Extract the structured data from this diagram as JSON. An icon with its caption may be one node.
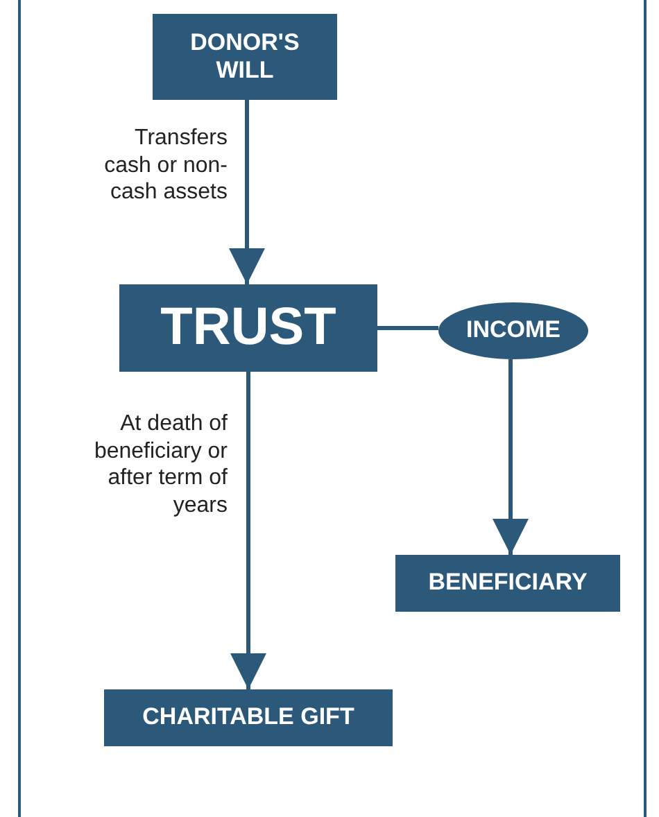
{
  "diagram": {
    "nodes": [
      {
        "text": [
          "DONOR'S WILL"
        ]
      },
      {
        "text": [
          "TRUST"
        ]
      },
      {
        "text": [
          "INCOME"
        ]
      },
      {
        "text": [
          "BENEFICIARY"
        ]
      },
      {
        "text": [
          "CHARITABLE GIFT"
        ]
      }
    ],
    "edges": [
      {
        "from": 0,
        "to": 1,
        "arrow": "to",
        "label": "Transfers cash or non-cash assets"
      },
      {
        "from": 1,
        "to": 2,
        "arrow": "none"
      },
      {
        "from": 2,
        "to": 3,
        "arrow": "to"
      },
      {
        "from": 1,
        "to": 4,
        "arrow": "to",
        "label": "At death of beneficiary or after term of years"
      }
    ]
  }
}
